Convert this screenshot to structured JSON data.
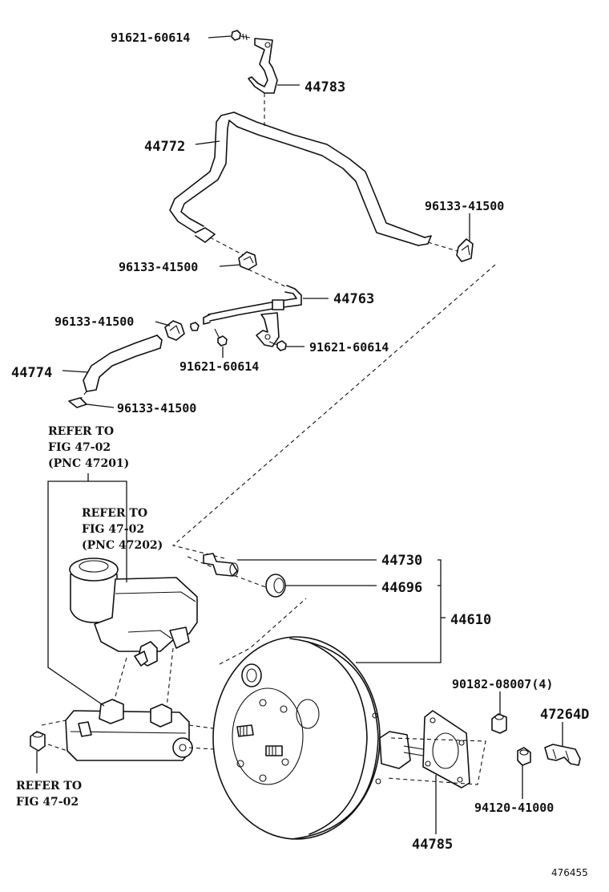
{
  "figure": {
    "id": "476455",
    "refs": {
      "ref1": {
        "l1": "REFER TO",
        "l2": "FIG 47-02",
        "l3": "(PNC 47201)"
      },
      "ref2": {
        "l1": "REFER TO",
        "l2": "FIG 47-02",
        "l3": "(PNC 47202)"
      },
      "ref3": {
        "l1": "REFER TO",
        "l2": "FIG 47-02"
      }
    },
    "callouts": {
      "p91621_top": "91621-60614",
      "p44783": "44783",
      "p44772": "44772",
      "p96133_right": "96133-41500",
      "p96133_mid": "96133-41500",
      "p44763": "44763",
      "p96133_left": "96133-41500",
      "p91621_right": "91621-60614",
      "p91621_bottom": "91621-60614",
      "p44774": "44774",
      "p96133_bottom": "96133-41500",
      "p44730": "44730",
      "p44696": "44696",
      "p44610": "44610",
      "p90182": "90182-08007(4)",
      "p47264D": "47264D",
      "p94120": "94120-41000",
      "p44785": "44785"
    }
  }
}
